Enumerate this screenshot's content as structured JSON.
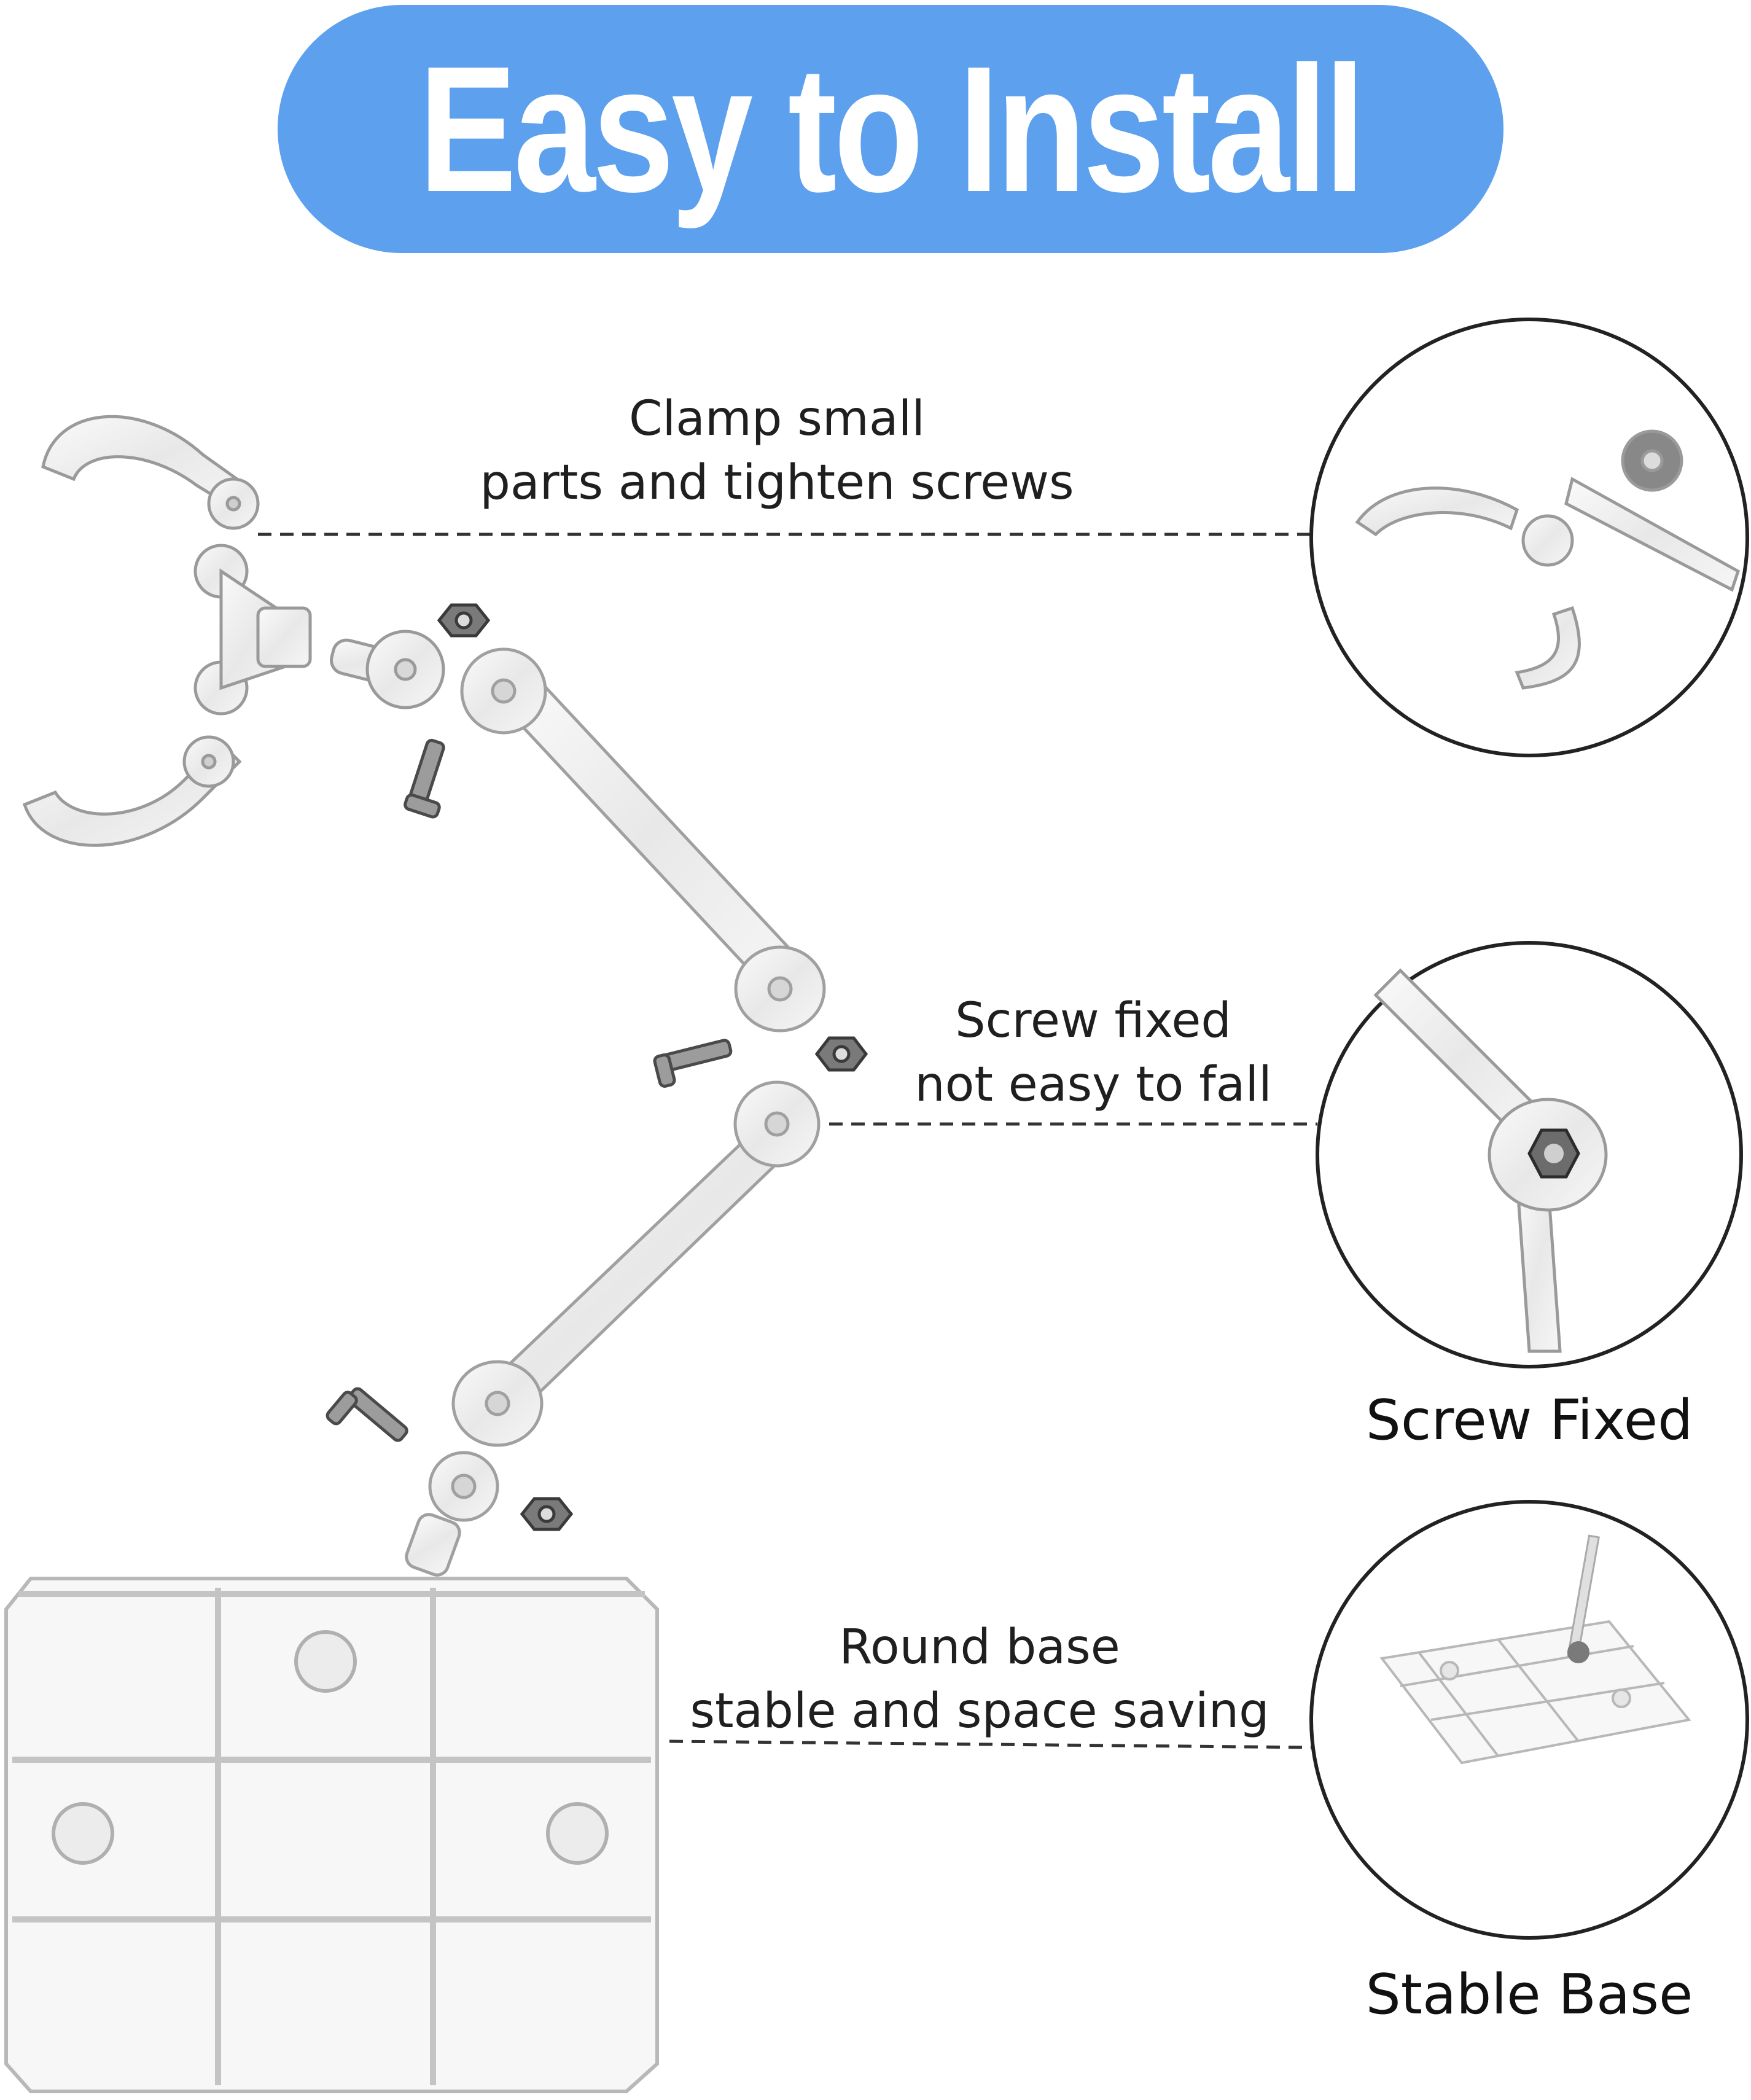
{
  "title": "Easy to Install",
  "colors": {
    "title_pill": "#5ca0ee",
    "title_text": "#ffffff",
    "text": "#1f1f1f",
    "line": "#333333"
  },
  "callouts": [
    {
      "line1": "Clamp small",
      "line2": "parts and tighten screws"
    },
    {
      "line1": "Screw fixed",
      "line2": "not easy to fall"
    },
    {
      "line1": "Round base",
      "line2": "stable and space saving"
    }
  ],
  "detail_labels": {
    "screw": "Screw Fixed",
    "base": "Stable Base"
  },
  "icons": [
    "clamp-part",
    "screw",
    "hex-nut",
    "arm-rod",
    "ball-joint",
    "base-plate",
    "detail-circle"
  ]
}
